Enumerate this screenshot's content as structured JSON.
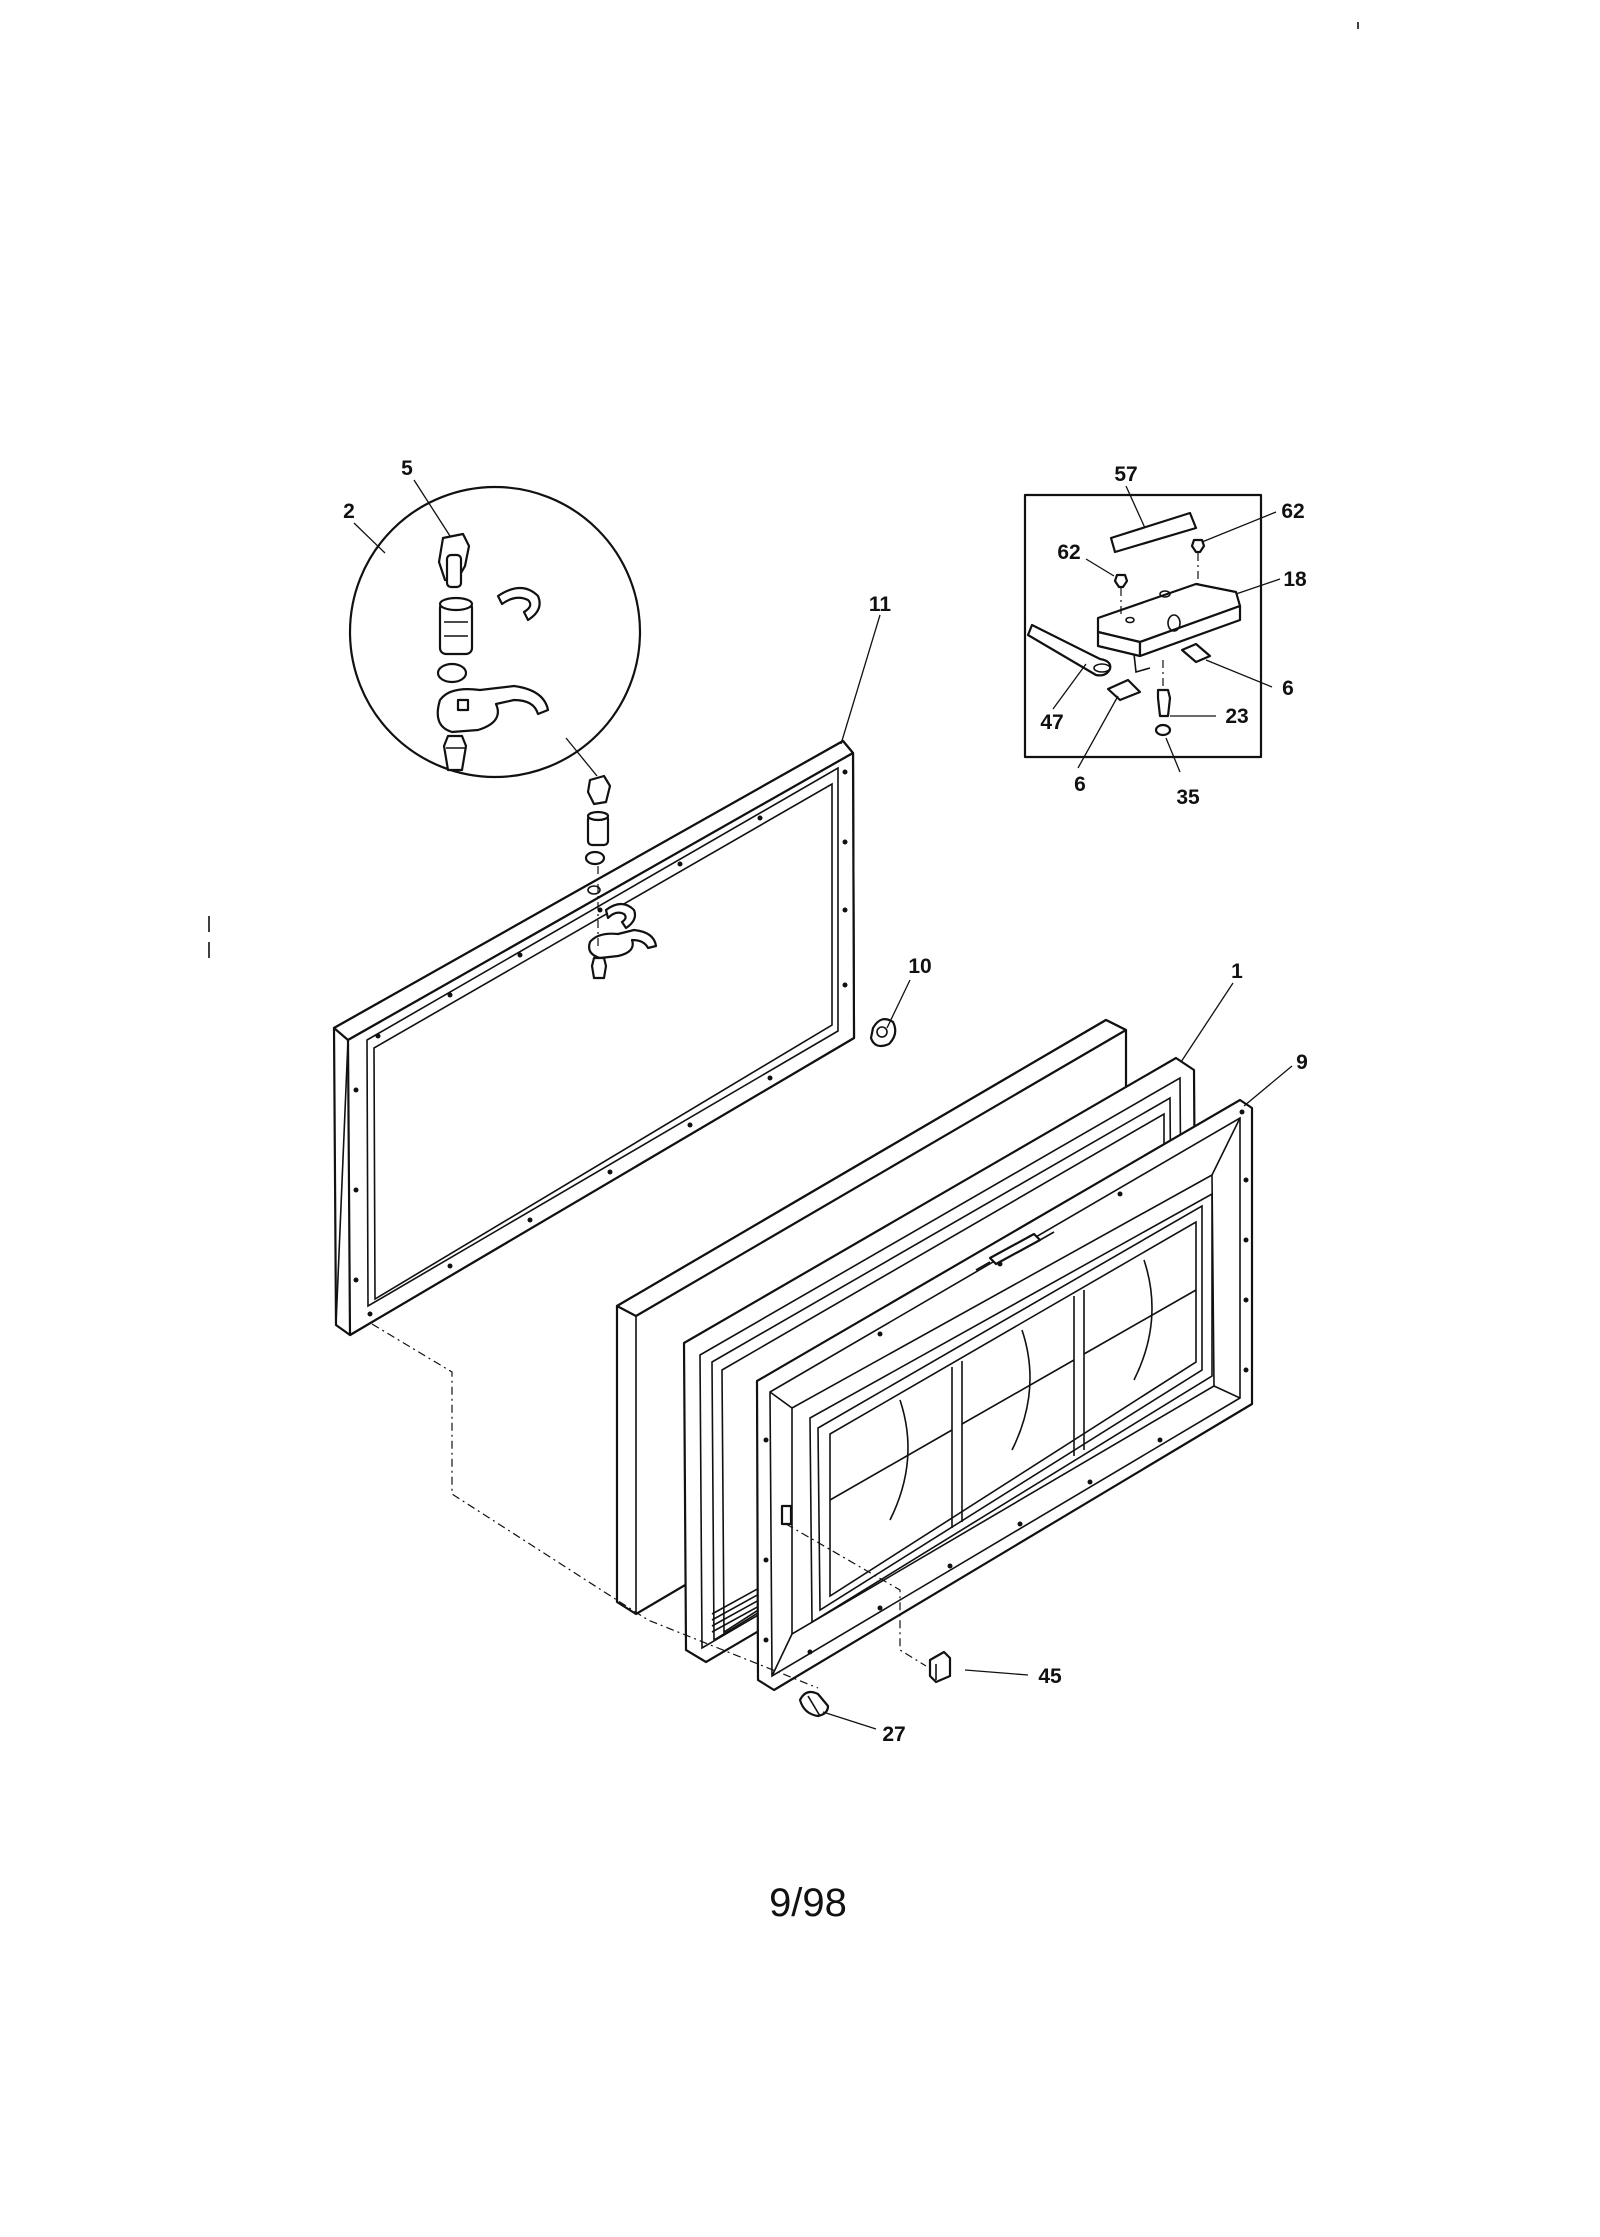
{
  "diagram": {
    "callouts": {
      "c2": "2",
      "c5": "5",
      "c11": "11",
      "c57": "57",
      "c62a": "62",
      "c62b": "62",
      "c18": "18",
      "c6a": "6",
      "c6b": "6",
      "c47": "47",
      "c23": "23",
      "c35": "35",
      "c10": "10",
      "c1": "1",
      "c9": "9",
      "c45": "45",
      "c27": "27"
    },
    "footer": "9/98"
  }
}
